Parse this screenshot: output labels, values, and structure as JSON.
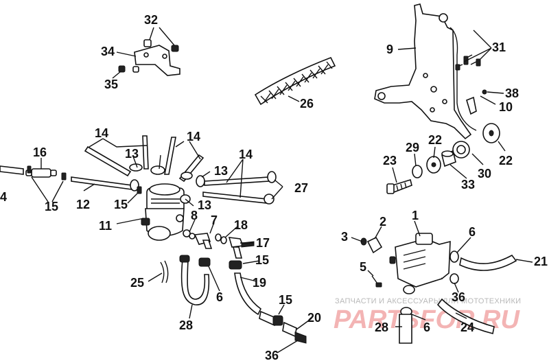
{
  "callouts": [
    "1",
    "2",
    "3",
    "4",
    "5",
    "6",
    "6",
    "6",
    "7",
    "8",
    "9",
    "10",
    "11",
    "12",
    "13",
    "13",
    "13",
    "14",
    "14",
    "14",
    "15",
    "15",
    "15",
    "15",
    "16",
    "17",
    "18",
    "19",
    "20",
    "21",
    "22",
    "22",
    "23",
    "24",
    "25",
    "26",
    "27",
    "28",
    "28",
    "29",
    "30",
    "31",
    "32",
    "33",
    "34",
    "35",
    "36",
    "36",
    "38"
  ],
  "watermark": {
    "caption": "ЗАПЧАСТИ И АКСЕССУАРЫ ДЛЯ МОТОТЕХНИКИ",
    "brand": "PARTSFOR.RU"
  }
}
